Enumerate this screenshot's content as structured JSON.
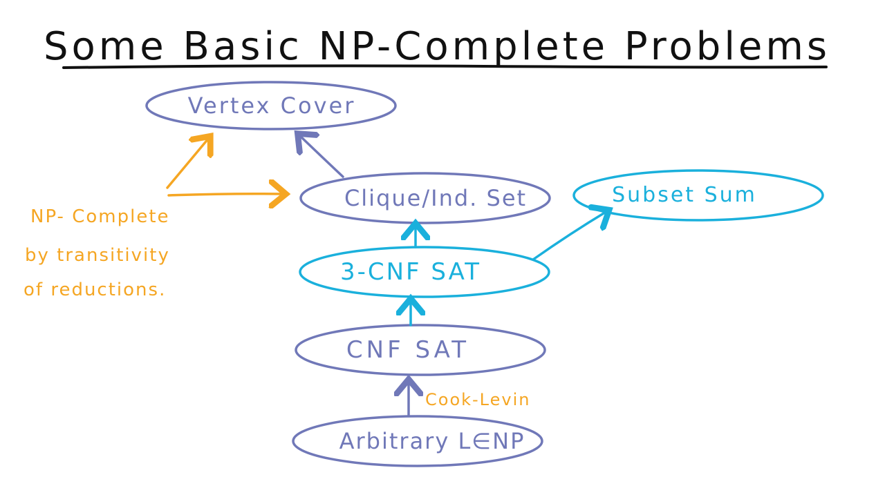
{
  "title": "Some Basic NP-Complete Problems",
  "colors": {
    "title": "#111111",
    "purple": "#7078b8",
    "cyan": "#1ab0dc",
    "orange": "#f5a623"
  },
  "nodes": {
    "vertex_cover": "Vertex Cover",
    "clique": "Clique/Ind. Set",
    "subset_sum": "Subset Sum",
    "three_cnf": "3-CNF SAT",
    "cnf_sat": "CNF SAT",
    "arbitrary": "Arbitrary L∈NP"
  },
  "annotations": {
    "cook_levin": "Cook-Levin",
    "transitivity_line1": "NP- Complete",
    "transitivity_line2": "by transitivity",
    "transitivity_line3": "of reductions."
  }
}
